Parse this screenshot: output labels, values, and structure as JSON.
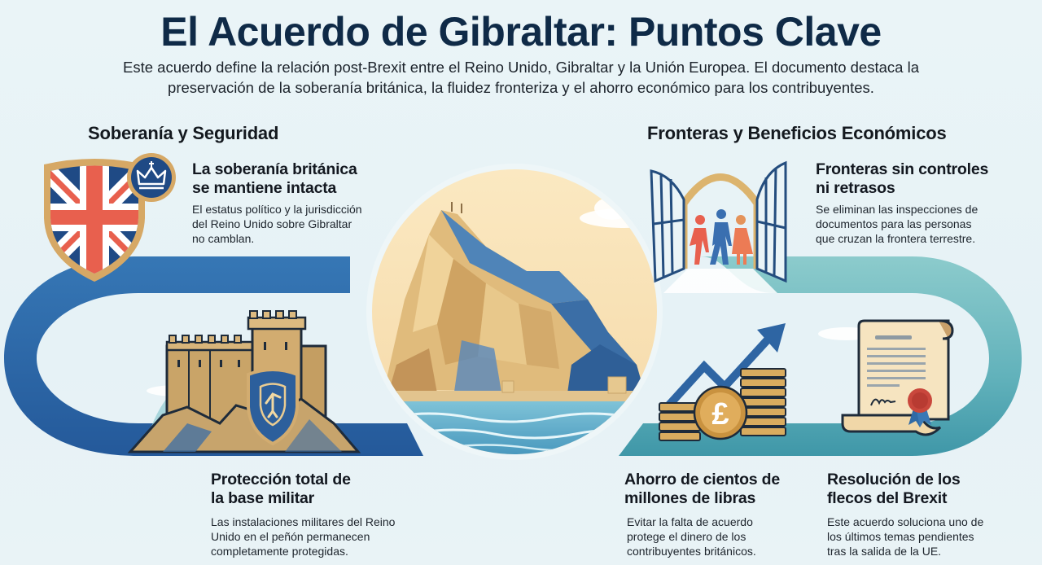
{
  "header": {
    "title": "El Acuerdo de Gibraltar: Puntos Clave",
    "subtitle": "Este acuerdo define la relación post-Brexit entre el Reino Unido, Gibraltar y la Unión Europea. El documento destaca la preservación de la soberanía británica, la fluidez fronteriza y el ahorro económico para los contribuyentes."
  },
  "left_section": {
    "title": "Soberanía y Seguridad",
    "cards": [
      {
        "title_line1": "La soberanía británica",
        "title_line2": "se mantiene intacta",
        "text_line1": "El estatus político y la jurisdicción",
        "text_line2": "del Reino Unido sobre Gibraltar",
        "text_line3": "no camblan.",
        "icon": "union-jack-shield-icon"
      },
      {
        "title_line1": "Protección total de",
        "title_line2": "la base militar",
        "text_line1": "Las instalaciones militares del Reino",
        "text_line2": "Unido en el peñón permanecen",
        "text_line3": "completamente protegidas.",
        "icon": "castle-fortress-icon"
      }
    ]
  },
  "right_section": {
    "title": "Fronteras y Beneficios Económicos",
    "cards": [
      {
        "title_line1": "Fronteras sin controles",
        "title_line2": "ni retrasos",
        "text_line1": "Se eliminan las inspecciones de",
        "text_line2": "documentos para las personas",
        "text_line3": "que cruzan la frontera terrestre.",
        "icon": "open-gate-people-icon"
      },
      {
        "title_line1": "Ahorro de cientos de",
        "title_line2": "millones de libras",
        "text_line1": "Evitar la falta de acuerdo",
        "text_line2": "protege el dinero de los",
        "text_line3": "contribuyentes británicos.",
        "icon": "pound-coins-growth-icon",
        "currency_symbol": "£"
      },
      {
        "title_line1": "Resolución de los",
        "title_line2": "flecos del Brexit",
        "text_line1": "Este acuerdo soluciona uno de",
        "text_line2": "los últimos temas pendientes",
        "text_line3": "tras la salida de la UE.",
        "icon": "certificate-scroll-icon"
      }
    ]
  },
  "center": {
    "icon": "rock-of-gibraltar-illustration"
  },
  "colors": {
    "background": "#e8f3f6",
    "title": "#0f2a47",
    "left_band": "#2f6aa6",
    "right_band": "#5fb0b8",
    "gold": "#d9b070",
    "flag_red": "#e8604e",
    "flag_blue": "#1f4a85"
  }
}
